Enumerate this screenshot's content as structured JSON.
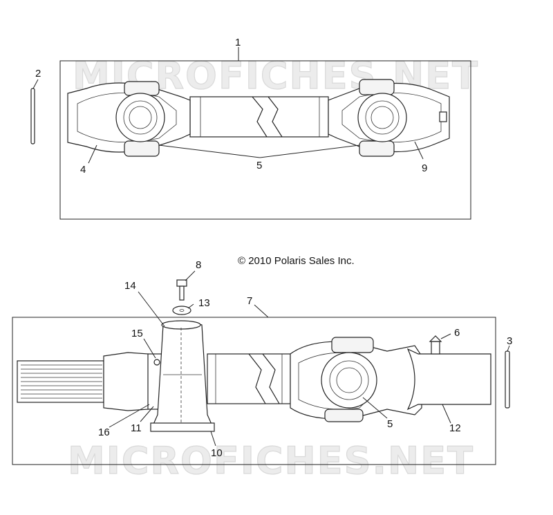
{
  "copyright": "© 2010 Polaris Sales Inc.",
  "watermark": "MICROFICHES.NET",
  "callouts": [
    "1",
    "2",
    "4",
    "5",
    "9",
    "8",
    "14",
    "13",
    "7",
    "15",
    "6",
    "3",
    "5",
    "16",
    "11",
    "12",
    "10"
  ]
}
